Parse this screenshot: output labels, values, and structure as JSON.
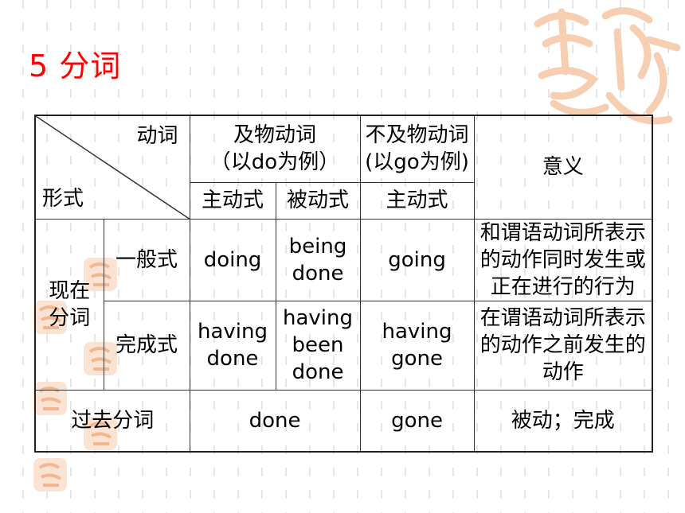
{
  "title": "5 分词",
  "table": {
    "corner_top": "动词",
    "corner_bottom": "形式",
    "transitive_header": "及物动词",
    "transitive_example": "（以do为例）",
    "intransitive_header": "不及物动词",
    "intransitive_example": "(以go为例)",
    "meaning_header": "意义",
    "active": "主动式",
    "passive": "被动式",
    "intransitive_active": "主动式",
    "present_participle": "现在\n分词",
    "present_participle_l1": "现在",
    "present_participle_l2": "分词",
    "general_form": "一般式",
    "perfect_form": "完成式",
    "past_participle": "过去分词",
    "rows": {
      "general": {
        "active": "doing",
        "passive_l1": "being",
        "passive_l2": "done",
        "intransitive": "going",
        "meaning": "和谓语动词所表示的动作同时发生或正在进行的行为"
      },
      "perfect": {
        "active_l1": "having",
        "active_l2": "done",
        "passive_l1": "having",
        "passive_l2": "been",
        "passive_l3": "done",
        "intransitive_l1": "having",
        "intransitive_l2": "gone",
        "meaning": "在谓语动词所表示的动作之前发生的动作"
      },
      "past": {
        "transitive": "done",
        "intransitive": "gone",
        "meaning": "被动；完成"
      }
    }
  },
  "colors": {
    "title": "#ff0000",
    "decoration": "#f5c9a8"
  }
}
